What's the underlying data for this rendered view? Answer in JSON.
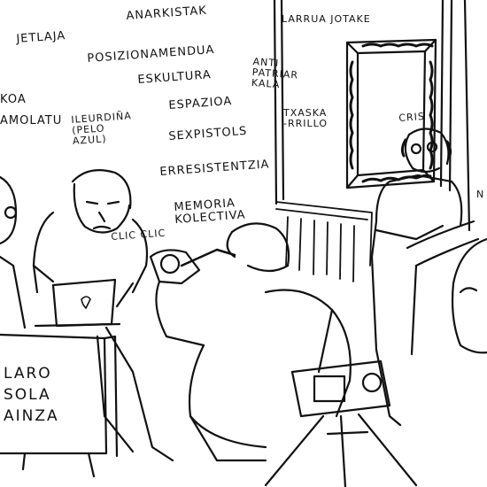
{
  "words": {
    "anarkistak": "ANARKISTAK",
    "jetlaja": "JETLAJA",
    "posizionamendua": "POSIZIONAMENDUA",
    "eskultura": "ESKULTURA",
    "anti_patriarkala": "ANTI\nPATRIAR\nKALA",
    "koa": "KOA",
    "amolatu": "AMOLATU",
    "ilerdina": "ILEURDIÑA\n(PELO\nAZUL)",
    "espazioa": "ESPAZIOA",
    "sexpistols": "SEXPISTOLS",
    "erresistentzia": "ERRESISTENTZIA",
    "memoria": "MEMORIA\nKOLECTIVA",
    "larrua": "LARRUA JOTAKE",
    "txaskarrillo": "TXASKA\n-RRILLO",
    "cris": "CRIS",
    "clic": "CLIC CLIC",
    "n_edge": "N",
    "board": "LARO\nSOLA\nAINZA"
  }
}
